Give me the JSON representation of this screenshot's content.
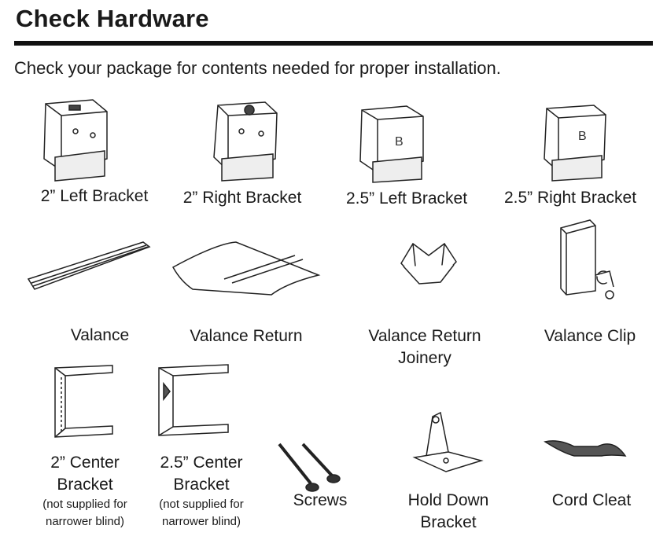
{
  "header": {
    "title": "Check Hardware",
    "subtitle": "Check your package for contents needed for proper installation."
  },
  "items": [
    {
      "label": "2” Left Bracket",
      "icon": "left-bracket-icon"
    },
    {
      "label": "2” Right Bracket",
      "icon": "right-bracket-icon"
    },
    {
      "label": "2.5” Left Bracket",
      "icon": "left-bracket-icon"
    },
    {
      "label": "2.5” Right Bracket",
      "icon": "right-bracket-icon"
    },
    {
      "label": "Valance",
      "icon": "valance-icon"
    },
    {
      "label": "Valance Return",
      "icon": "valance-return-icon"
    },
    {
      "label": "Valance Return",
      "label2": "Joinery",
      "icon": "joinery-icon"
    },
    {
      "label": "Valance Clip",
      "icon": "valance-clip-icon"
    },
    {
      "label": "2” Center",
      "label2": "Bracket",
      "note1": "(not supplied for",
      "note2": "narrower blind)",
      "icon": "center-bracket-icon"
    },
    {
      "label": "2.5” Center",
      "label2": "Bracket",
      "note1": "(not supplied for",
      "note2": "narrower blind)",
      "icon": "center-bracket-icon"
    },
    {
      "label": "Screws",
      "icon": "screws-icon"
    },
    {
      "label": "Hold Down",
      "label2": "Bracket",
      "icon": "hold-down-bracket-icon"
    },
    {
      "label": "Cord Cleat",
      "icon": "cord-cleat-icon"
    }
  ]
}
